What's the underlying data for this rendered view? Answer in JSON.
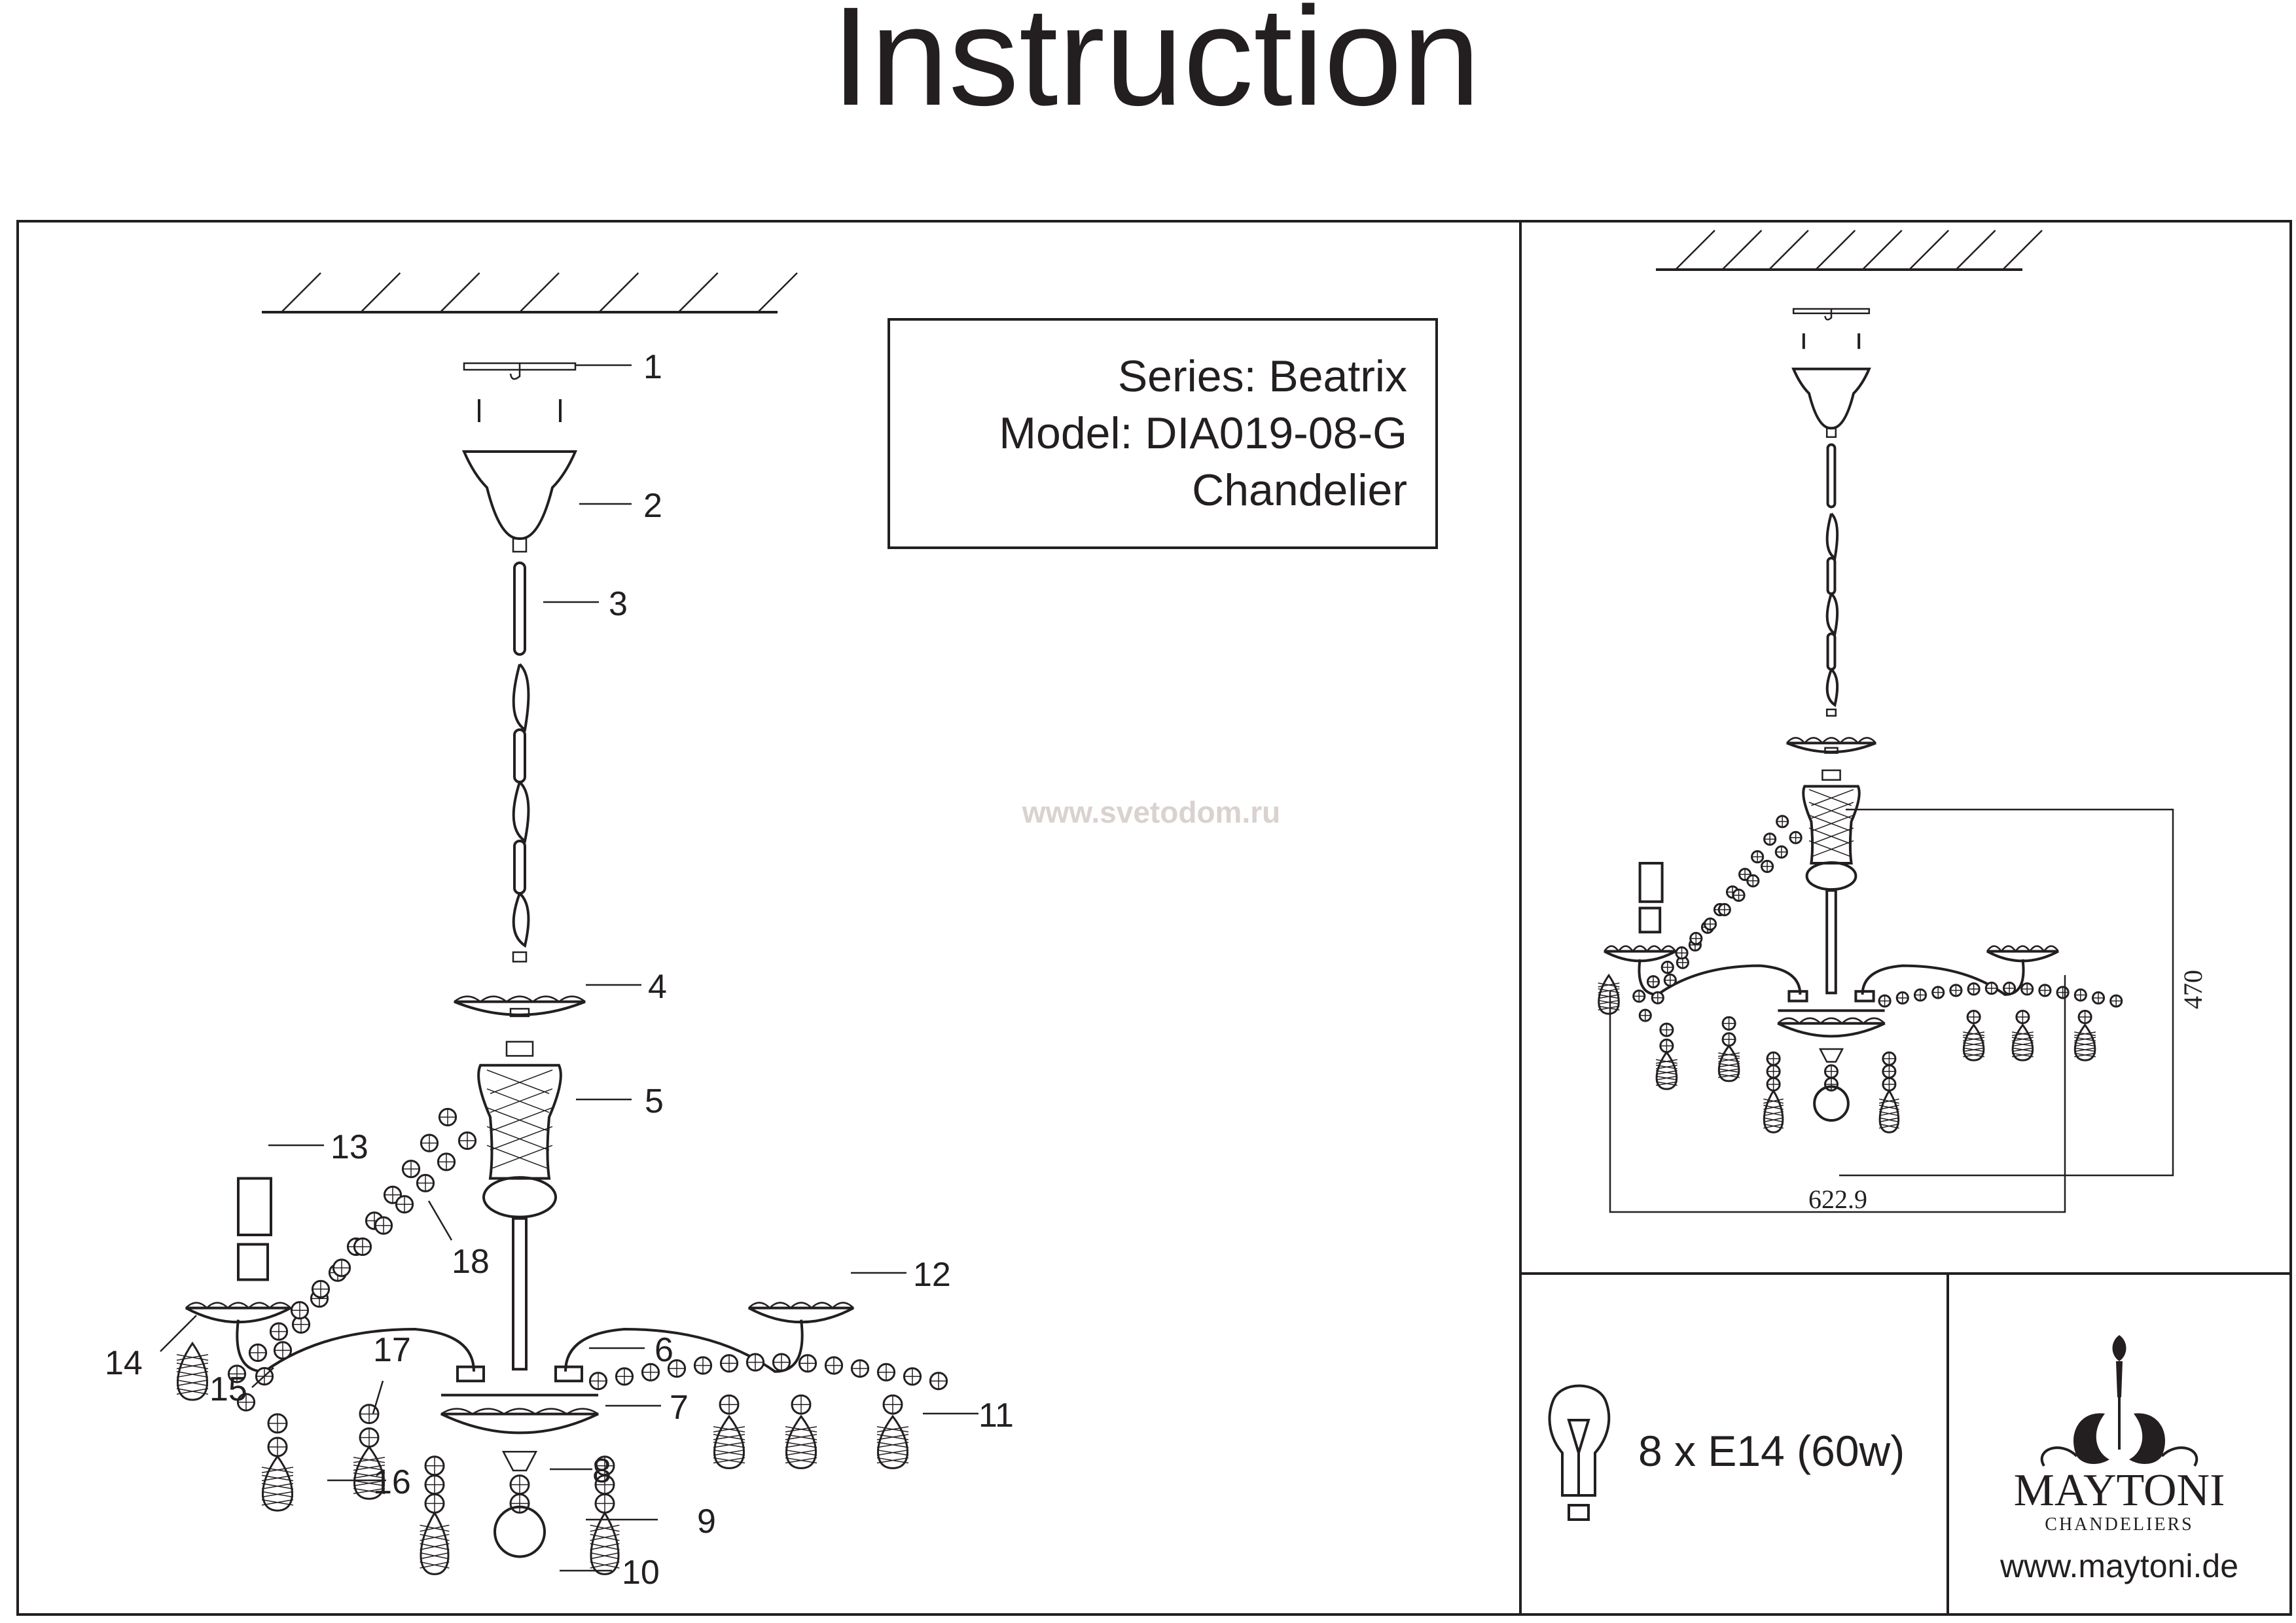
{
  "title": "Instruction",
  "info_box": {
    "series": "Series: Beatrix",
    "model": "Model: DIA019-08-G",
    "type": "Chandelier"
  },
  "watermark": "www.svetodom.ru",
  "callouts": [
    "1",
    "2",
    "3",
    "4",
    "5",
    "6",
    "7",
    "8",
    "9",
    "10",
    "11",
    "12",
    "13",
    "14",
    "15",
    "16",
    "17",
    "18"
  ],
  "dimensions": {
    "width": "622.9",
    "height": "470"
  },
  "bulb": {
    "icon": "light-bulb-icon",
    "spec": "8 x E14 (60w)"
  },
  "brand": {
    "name": "MAYTONI",
    "subtitle": "CHANDELIERS",
    "website": "www.maytoni.de"
  },
  "colors": {
    "ink": "#231f20",
    "watermark": "#d9d2cf"
  }
}
